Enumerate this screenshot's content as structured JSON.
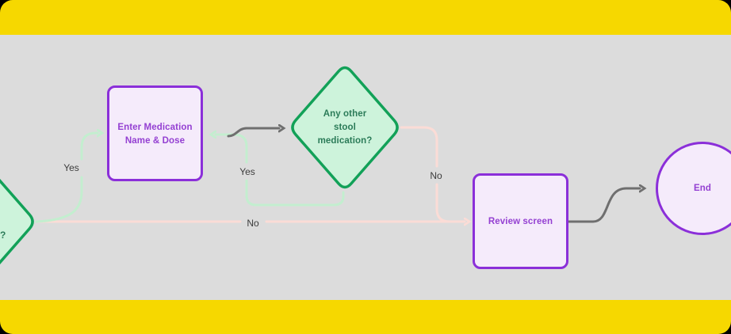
{
  "frame": {
    "outer_background": "#000000",
    "accent_bar_color": "#F6D800",
    "canvas_background": "#DCDCDC"
  },
  "palette": {
    "purple_border": "#8B2FD9",
    "purple_fill": "#F5EBFB",
    "purple_text": "#9440D2",
    "green_border": "#12A158",
    "green_fill": "#CDF3DB",
    "green_text": "#2B7B58",
    "green_connector": "#C3EECF",
    "pink_connector": "#FBDCD6",
    "gray_connector": "#6F6F6F",
    "label_text": "#3C3C3C"
  },
  "nodes": {
    "left_decision": {
      "shape": "diamond",
      "clipped": "partially visible at left edge",
      "text_fragment": "?"
    },
    "enter_medication": {
      "shape": "rounded-rectangle",
      "line1": "Enter Medication",
      "line2": "Name & Dose"
    },
    "stool_decision": {
      "shape": "diamond",
      "line1": "Any other",
      "line2": "stool",
      "line3": "medication?"
    },
    "review_screen": {
      "shape": "rounded-rectangle",
      "line1": "Review screen"
    },
    "end": {
      "shape": "circle",
      "label": "End"
    }
  },
  "edges": [
    {
      "id": "left-decision-to-enter-medication",
      "label": "Yes",
      "color": "#C3EECF"
    },
    {
      "id": "enter-medication-to-stool-decision",
      "label": "",
      "color": "#6F6F6F"
    },
    {
      "id": "stool-decision-yes-loop-to-enter-medication",
      "label": "Yes",
      "color": "#C3EECF"
    },
    {
      "id": "left-decision-no-to-review-screen",
      "label": "No",
      "color": "#FBDCD6"
    },
    {
      "id": "stool-decision-no-to-review-screen",
      "label": "No",
      "color": "#FBDCD6"
    },
    {
      "id": "review-screen-to-end",
      "label": "",
      "color": "#6F6F6F"
    }
  ]
}
